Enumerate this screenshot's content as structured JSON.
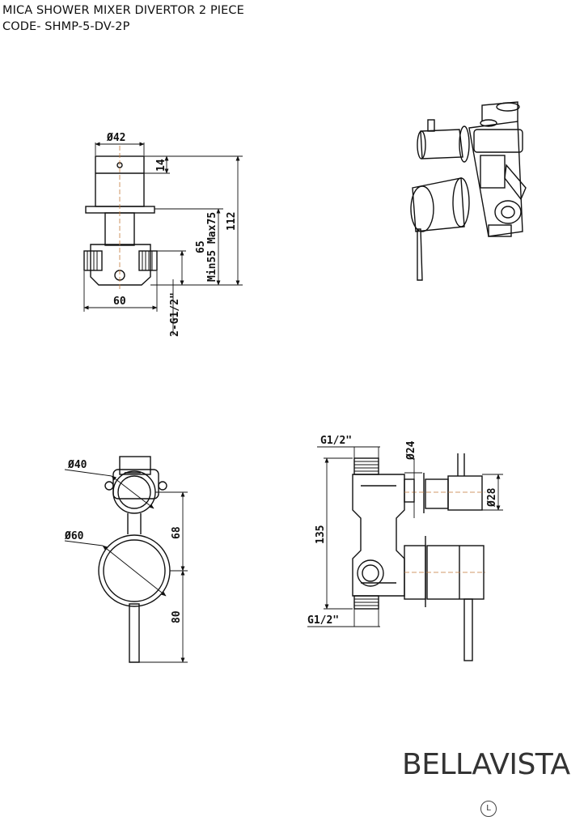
{
  "document": {
    "title": "MICA SHOWER MIXER DIVERTOR 2 PIECE",
    "code": "CODE- SHMP-5-DV-2P"
  },
  "dimensions": {
    "side_view": {
      "dia_top": "Ø42",
      "height_14": "14",
      "overall_112": "112",
      "body_65": "65",
      "min_max": "Min55 Max75",
      "width_60": "60",
      "thread": "2-G1/2\""
    },
    "front_view": {
      "dia_40": "Ø40",
      "dia_60": "Ø60",
      "spacing_68": "68",
      "lever_80": "80"
    },
    "profile_view": {
      "thread_top": "G1/2\"",
      "thread_bottom": "G1/2\"",
      "dia_24": "Ø24",
      "dia_28": "Ø28",
      "height_135": "135"
    }
  },
  "brand": {
    "name": "BELLAVISTA",
    "mark": "L"
  }
}
